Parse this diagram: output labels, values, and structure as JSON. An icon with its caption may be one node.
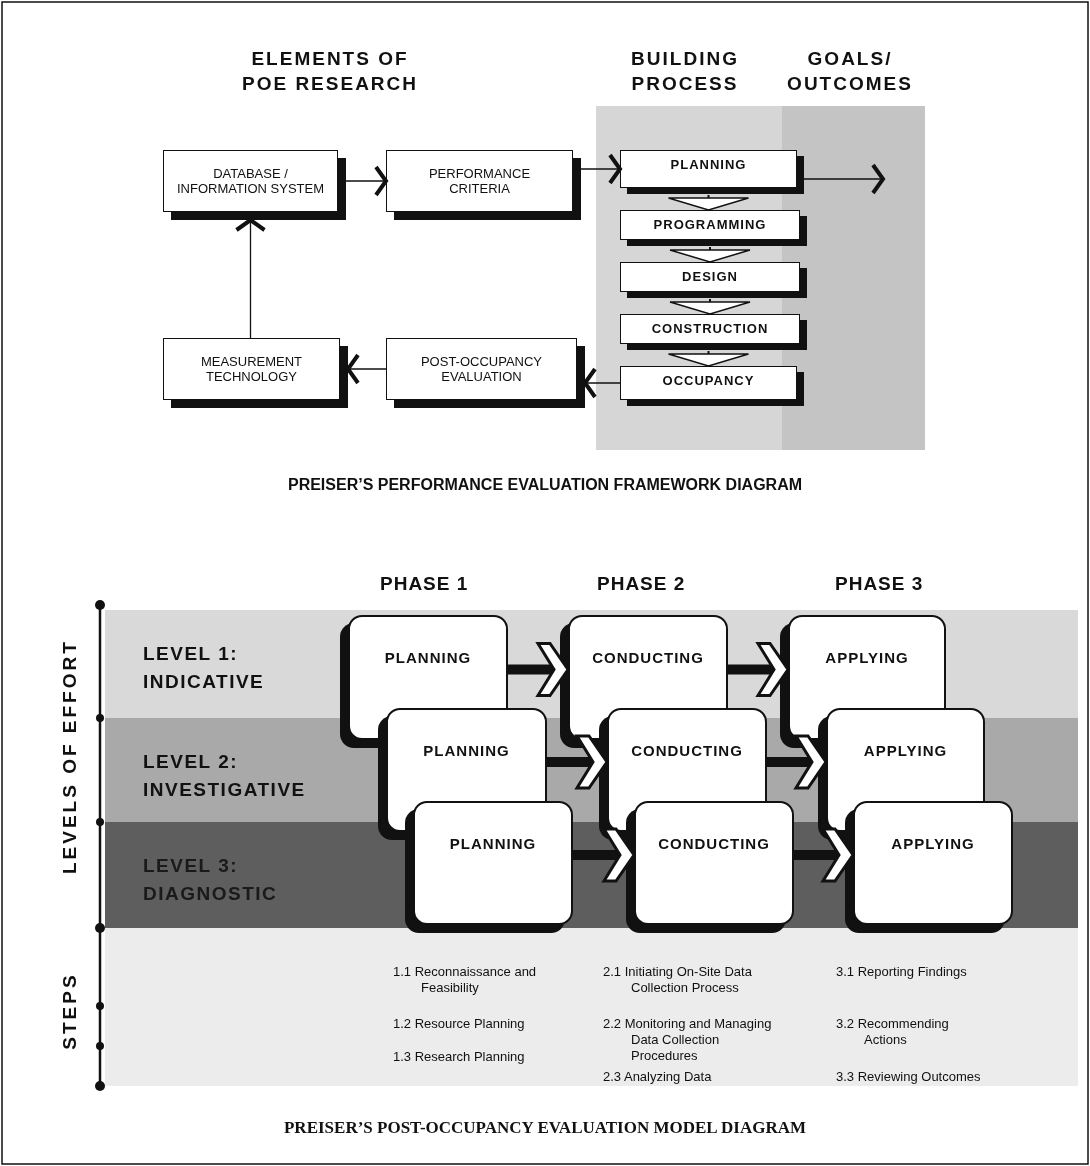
{
  "diagram": {
    "nodes": [
      {
        "text": [
          "DATABASE / INFORMATION SYSTEM"
        ]
      },
      {
        "text": [
          "PERFORMANCE CRITERIA"
        ]
      },
      {
        "text": [
          "PLANNING"
        ]
      },
      {
        "text": [
          "PROGRAMMING"
        ]
      },
      {
        "text": [
          "DESIGN"
        ]
      },
      {
        "text": [
          "CONSTRUCTION"
        ]
      },
      {
        "text": [
          "OCCUPANCY"
        ]
      },
      {
        "text": [
          "POST-OCCUPANCY EVALUATION"
        ]
      },
      {
        "text": [
          "MEASUREMENT TECHNOLOGY"
        ]
      },
      {
        "text": [
          "LEVEL 1: INDICATIVE"
        ]
      },
      {
        "text": [
          "LEVEL 2: INVESTIGATIVE"
        ]
      },
      {
        "text": [
          "LEVEL 3: DIAGNOSTIC"
        ]
      },
      {
        "text": [
          "PLANNING"
        ]
      },
      {
        "text": [
          "CONDUCTING"
        ]
      },
      {
        "text": [
          "APPLYING"
        ]
      },
      {
        "text": [
          "PLANNING"
        ]
      },
      {
        "text": [
          "CONDUCTING"
        ]
      },
      {
        "text": [
          "APPLYING"
        ]
      },
      {
        "text": [
          "PLANNING"
        ]
      },
      {
        "text": [
          "CONDUCTING"
        ]
      },
      {
        "text": [
          "APPLYING"
        ]
      }
    ],
    "edges": [
      {
        "from": 0,
        "to": 1,
        "arrow": "to"
      },
      {
        "from": 1,
        "to": 2,
        "arrow": "to"
      },
      {
        "from": 2,
        "to": null,
        "arrow": "to"
      },
      {
        "from": 2,
        "to": 3,
        "arrow": "to"
      },
      {
        "from": 3,
        "to": 4,
        "arrow": "to"
      },
      {
        "from": 4,
        "to": 5,
        "arrow": "to"
      },
      {
        "from": 5,
        "to": 6,
        "arrow": "to"
      },
      {
        "from": 6,
        "to": 7,
        "arrow": "to"
      },
      {
        "from": 7,
        "to": 8,
        "arrow": "to"
      },
      {
        "from": 8,
        "to": 0,
        "arrow": "to"
      },
      {
        "from": 12,
        "to": 13,
        "arrow": "to",
        "style": "thick"
      },
      {
        "from": 13,
        "to": 14,
        "arrow": "to",
        "style": "thick"
      },
      {
        "from": 15,
        "to": 16,
        "arrow": "to",
        "style": "thick"
      },
      {
        "from": 16,
        "to": 17,
        "arrow": "to",
        "style": "thick"
      },
      {
        "from": 18,
        "to": 19,
        "arrow": "to",
        "style": "thick"
      },
      {
        "from": 19,
        "to": 20,
        "arrow": "to",
        "style": "thick"
      }
    ],
    "labels": [
      "ELEMENTS OF POE RESEARCH",
      "BUILDING PROCESS",
      "GOALS/ OUTCOMES",
      "PREISER’S PERFORMANCE EVALUATION FRAMEWORK DIAGRAM",
      "PHASE 1",
      "PHASE 2",
      "PHASE 3",
      "LEVELS OF EFFORT",
      "STEPS",
      "1.1 Reconnaissance and Feasibility",
      "2.1 Initiating On-Site Data Collection Process",
      "3.1 Reporting Findings",
      "1.2 Resource Planning",
      "2.2 Monitoring and Managing Data Collection Procedures",
      "3.2 Recommending Actions",
      "1.3 Research Planning",
      "2.3 Analyzing Data",
      "3.3 Reviewing Outcomes",
      "PREISER’S POST-OCCUPANCY EVALUATION MODEL DIAGRAM"
    ]
  }
}
